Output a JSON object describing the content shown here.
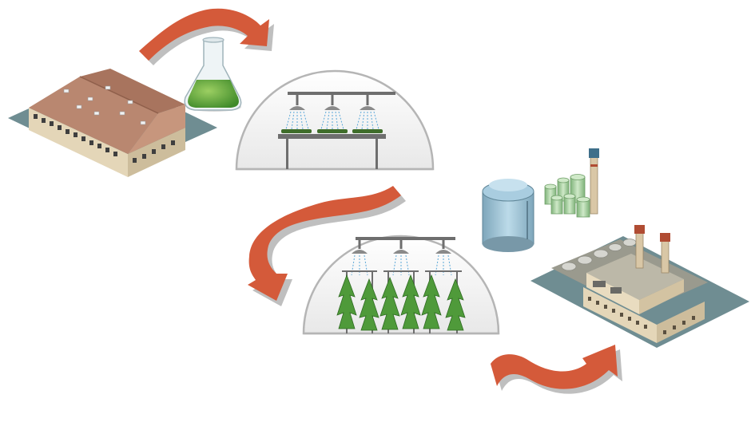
{
  "diagram": {
    "stages": [
      {
        "id": "lab-building",
        "icon": "barn-building-icon"
      },
      {
        "id": "culture-flask",
        "icon": "flask-icon"
      },
      {
        "id": "seedling-greenhouse",
        "icon": "greenhouse-seedlings-icon"
      },
      {
        "id": "growth-greenhouse",
        "icon": "greenhouse-plants-icon"
      },
      {
        "id": "processing-plant",
        "icon": "factory-icon"
      }
    ],
    "colors": {
      "arrow": "#d45a3a",
      "arrow_shadow": "#8a8a8a",
      "ground": "#6f8d92",
      "roof": "#b98770",
      "wall": "#e4d6b8",
      "flask_liquid": "#5aa03a",
      "plant": "#4f9a3a",
      "tank": "#9fc3d6",
      "silo_green": "#a8d3a0"
    }
  }
}
